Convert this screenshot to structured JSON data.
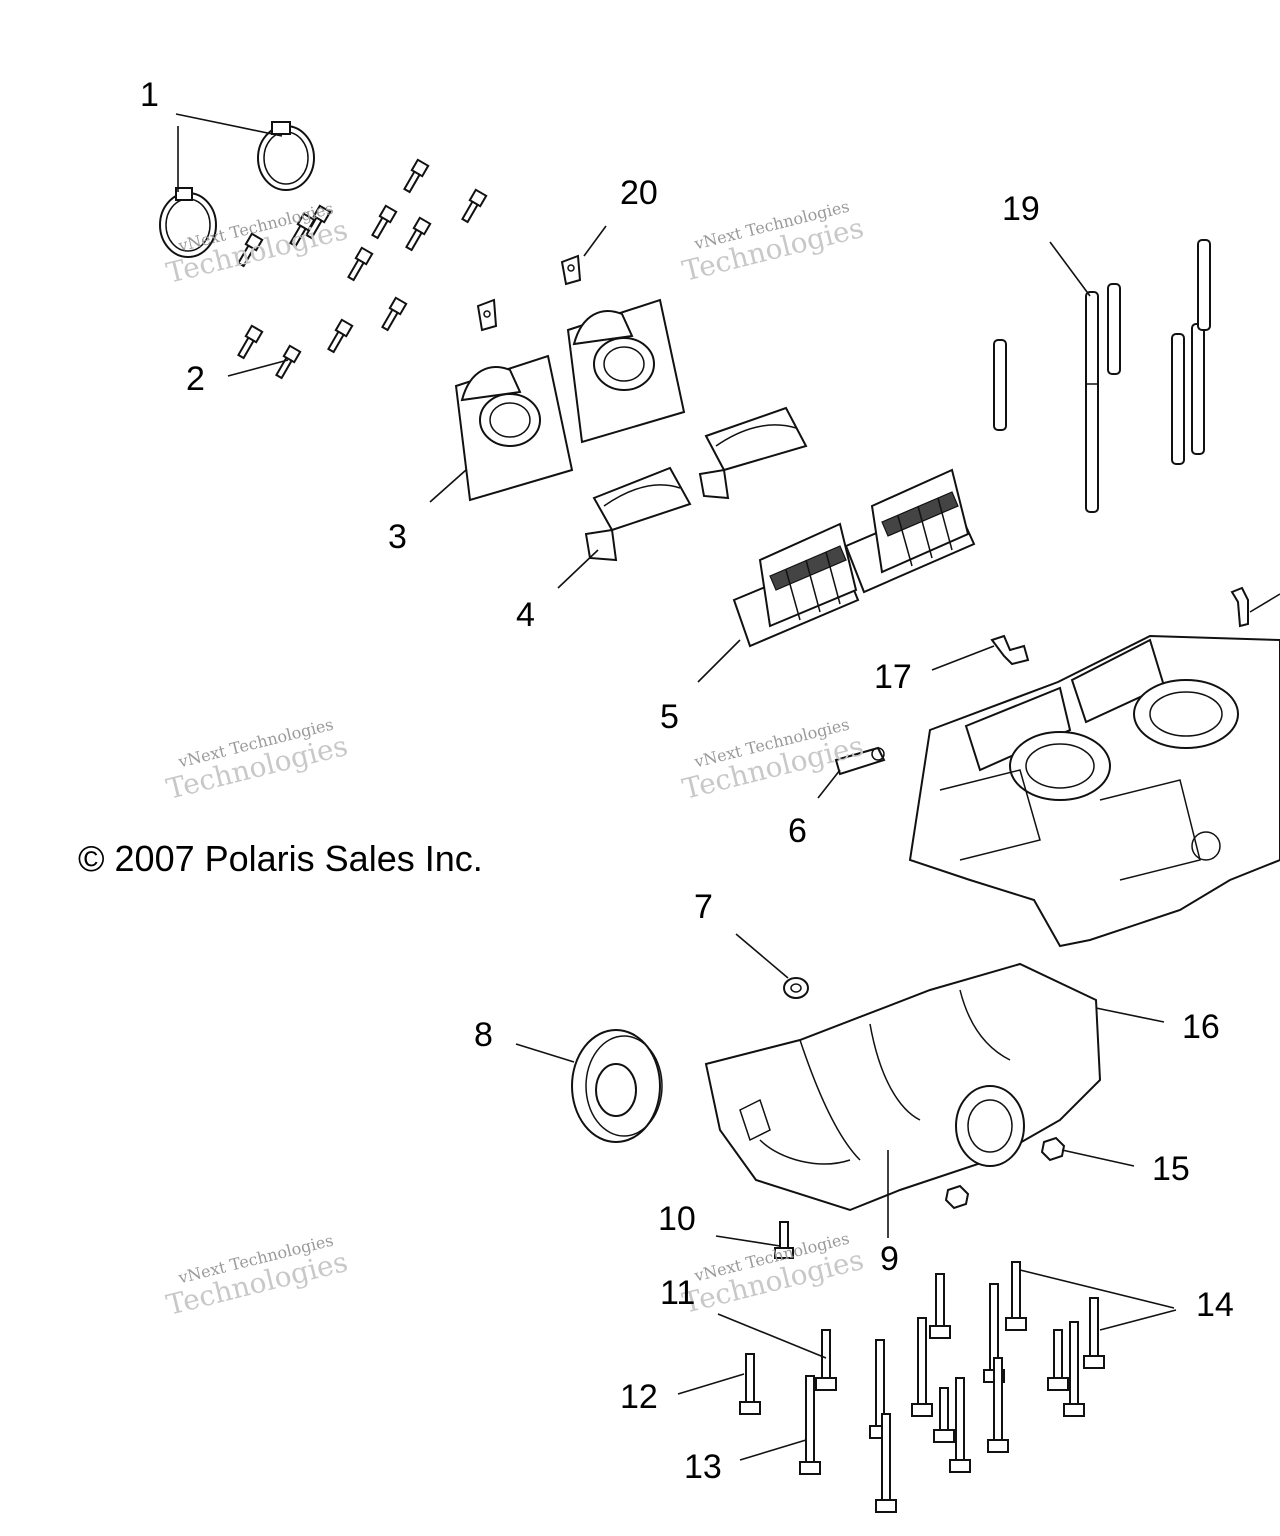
{
  "diagram": {
    "copyright": "© 2007 Polaris Sales Inc.",
    "watermark": {
      "line1": "vNext Technologies",
      "line2": "Technologies",
      "arc": "vNext"
    },
    "callouts": [
      {
        "id": "1",
        "label": "1"
      },
      {
        "id": "2",
        "label": "2"
      },
      {
        "id": "3",
        "label": "3"
      },
      {
        "id": "4",
        "label": "4"
      },
      {
        "id": "5",
        "label": "5"
      },
      {
        "id": "6",
        "label": "6"
      },
      {
        "id": "7",
        "label": "7"
      },
      {
        "id": "8",
        "label": "8"
      },
      {
        "id": "9",
        "label": "9"
      },
      {
        "id": "10",
        "label": "10"
      },
      {
        "id": "11",
        "label": "11"
      },
      {
        "id": "12",
        "label": "12"
      },
      {
        "id": "13",
        "label": "13"
      },
      {
        "id": "14",
        "label": "14"
      },
      {
        "id": "15",
        "label": "15"
      },
      {
        "id": "16",
        "label": "16"
      },
      {
        "id": "17",
        "label": "17"
      },
      {
        "id": "19",
        "label": "19"
      },
      {
        "id": "20",
        "label": "20"
      }
    ]
  }
}
